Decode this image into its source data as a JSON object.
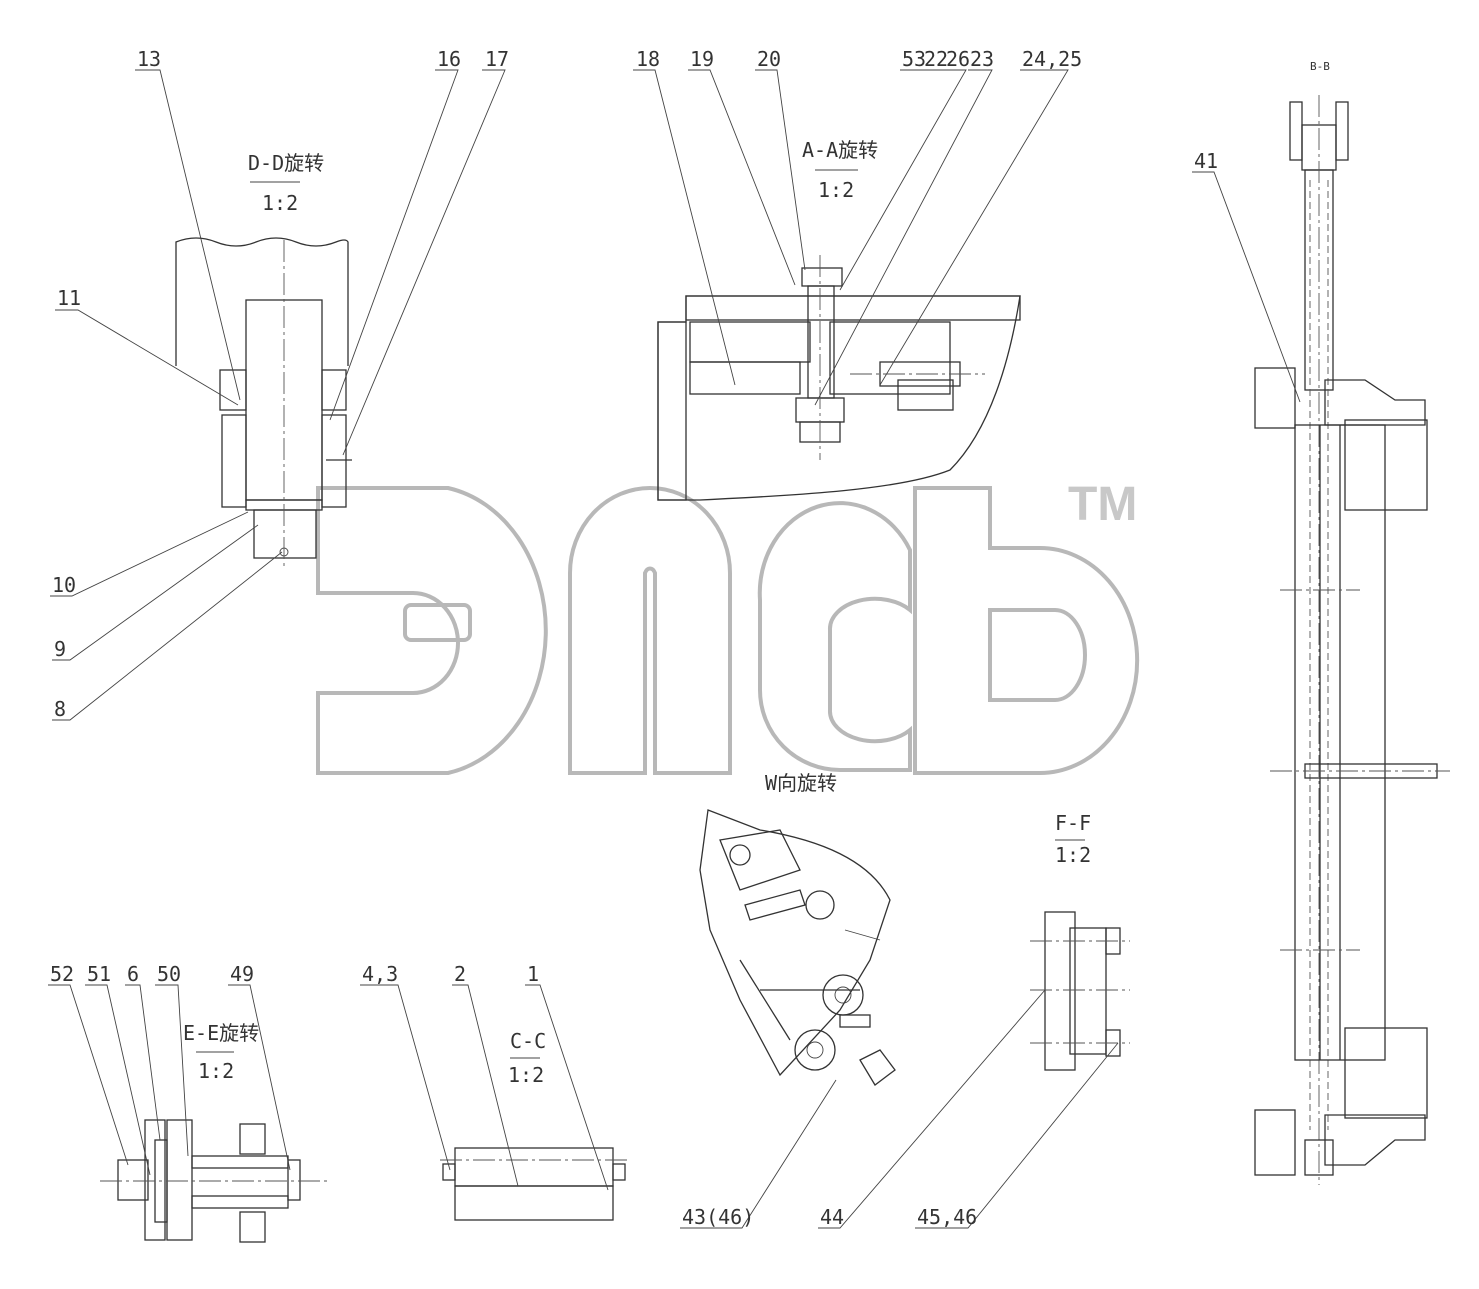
{
  "views": {
    "dd": {
      "name": "D-D旋转",
      "scale": "1:2"
    },
    "aa": {
      "name": "A-A旋转",
      "scale": "1:2"
    },
    "bb": {
      "name": "B-B"
    },
    "w": {
      "name": "W向旋转"
    },
    "ff": {
      "name": "F-F",
      "scale": "1:2"
    },
    "ee": {
      "name": "E-E旋转",
      "scale": "1:2"
    },
    "cc": {
      "name": "C-C",
      "scale": "1:2"
    }
  },
  "labels": {
    "l13": "13",
    "l16": "16",
    "l17": "17",
    "l11": "11",
    "l10": "10",
    "l9": "9",
    "l8": "8",
    "l18": "18",
    "l19": "19",
    "l20": "20",
    "l53": "53",
    "l22": "22",
    "l26": "26",
    "l23": "23",
    "l2425": "24,25",
    "l41": "41",
    "l52": "52",
    "l51": "51",
    "l6": "6",
    "l50": "50",
    "l49": "49",
    "l43": "4,3",
    "l2": "2",
    "l1": "1",
    "l4346": "43(46)",
    "l44": "44",
    "l4546": "45,46"
  },
  "watermark": {
    "text": "TM",
    "color": "#b8b8b8"
  }
}
